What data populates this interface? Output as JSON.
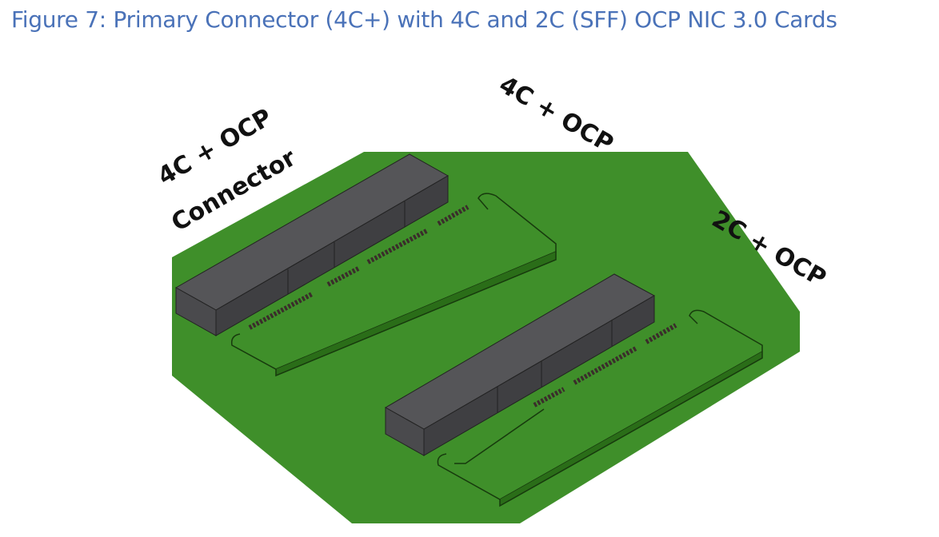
{
  "figure": {
    "title": "Figure 7: Primary Connector (4C+) with 4C and 2C (SFF) OCP NIC 3.0 Cards",
    "labels": {
      "connector_line1": "4C + OCP",
      "connector_line2": "Connector",
      "card_4c": "4C + OCP",
      "card_2c": "2C + OCP"
    },
    "colors": {
      "title": "#4a72b8",
      "board": "#3f8f2a",
      "connector": "#4d4d50",
      "card_outline": "#1a3d10"
    }
  }
}
